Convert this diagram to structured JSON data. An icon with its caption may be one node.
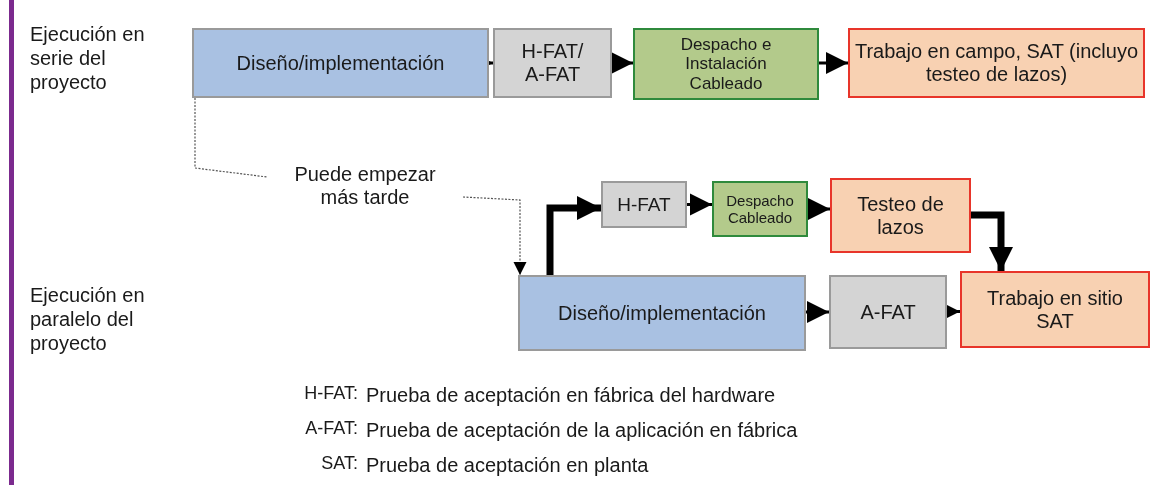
{
  "diagram": {
    "nodes": [
      {
        "text": [
          "Diseño/implementación"
        ]
      },
      {
        "text": [
          "H-FAT/ A-FAT"
        ]
      },
      {
        "text": [
          "Despacho e Instalación Cableado"
        ]
      },
      {
        "text": [
          "Trabajo en campo, SAT (incluyo testeo de lazos)"
        ]
      },
      {
        "text": [
          "Puede empezar más tarde"
        ]
      },
      {
        "text": [
          "H-FAT"
        ]
      },
      {
        "text": [
          "Despacho Cableado"
        ]
      },
      {
        "text": [
          "Testeo de lazos"
        ]
      },
      {
        "text": [
          "Diseño/implementación"
        ]
      },
      {
        "text": [
          "A-FAT"
        ]
      },
      {
        "text": [
          "Trabajo en sitio SAT"
        ]
      }
    ],
    "edges": [
      {
        "from": 0,
        "to": 1,
        "arrow": "to"
      },
      {
        "from": 1,
        "to": 2,
        "arrow": "to"
      },
      {
        "from": 2,
        "to": 3,
        "arrow": "to"
      },
      {
        "from": 0,
        "to": 4,
        "arrow": "none",
        "style": "dashed"
      },
      {
        "from": 4,
        "to": 8,
        "arrow": "to",
        "style": "dashed"
      },
      {
        "from": 8,
        "to": 5,
        "arrow": "to",
        "style": "thick"
      },
      {
        "from": 5,
        "to": 6,
        "arrow": "to"
      },
      {
        "from": 6,
        "to": 7,
        "arrow": "to"
      },
      {
        "from": 7,
        "to": 10,
        "arrow": "to",
        "style": "thick"
      },
      {
        "from": 8,
        "to": 9,
        "arrow": "to"
      },
      {
        "from": 9,
        "to": 10,
        "arrow": "to"
      }
    ],
    "labels": [
      "Ejecución en serie del proyecto",
      "Ejecución en paralelo del proyecto",
      "H-FAT:",
      "Prueba de aceptación en fábrica del hardware",
      "A-FAT:",
      "Prueba de aceptación de la aplicación en fábrica",
      "SAT:",
      "Prueba de aceptación en planta"
    ]
  }
}
